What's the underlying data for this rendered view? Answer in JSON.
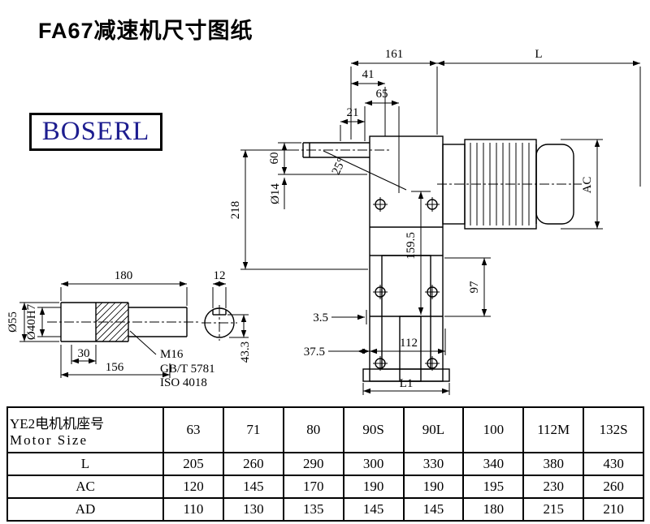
{
  "page": {
    "title": "FA67减速机尺寸图纸",
    "logo": "BOSERL"
  },
  "colors": {
    "logo_text": "#1d1d8f",
    "lines": "#000000",
    "background": "#ffffff"
  },
  "drawing": {
    "main": {
      "dim161": "161",
      "dimL": "L",
      "dim41": "41",
      "dim65": "65",
      "dim21": "21",
      "dim60": "60",
      "dia14": "Ø14",
      "angle25": "25°",
      "dim218": "218",
      "dim159_5": "159.5",
      "dim97": "97",
      "dimAC": "AC",
      "dim3_5": "3.5",
      "dim37_5": "37.5",
      "dim112": "112",
      "dimL1": "L1"
    },
    "shaft": {
      "dim180": "180",
      "dim12": "12",
      "dia55": "Ø55",
      "dia40": "Ø40H7",
      "dim30": "30",
      "dim156": "156",
      "thread": "M16",
      "standard1": "GB/T 5781",
      "standard2": "ISO 4018",
      "dim43_3": "43.3"
    }
  },
  "table": {
    "header": {
      "label_line1": "YE2电机机座号",
      "label_line2": "Motor Size",
      "sizes": [
        "63",
        "71",
        "80",
        "90S",
        "90L",
        "100",
        "112M",
        "132S"
      ]
    },
    "rows": [
      {
        "label": "L",
        "values": [
          "205",
          "260",
          "290",
          "300",
          "330",
          "340",
          "380",
          "430"
        ]
      },
      {
        "label": "AC",
        "values": [
          "120",
          "145",
          "170",
          "190",
          "190",
          "195",
          "230",
          "260"
        ]
      },
      {
        "label": "AD",
        "values": [
          "110",
          "130",
          "135",
          "145",
          "145",
          "180",
          "215",
          "210"
        ]
      }
    ]
  }
}
